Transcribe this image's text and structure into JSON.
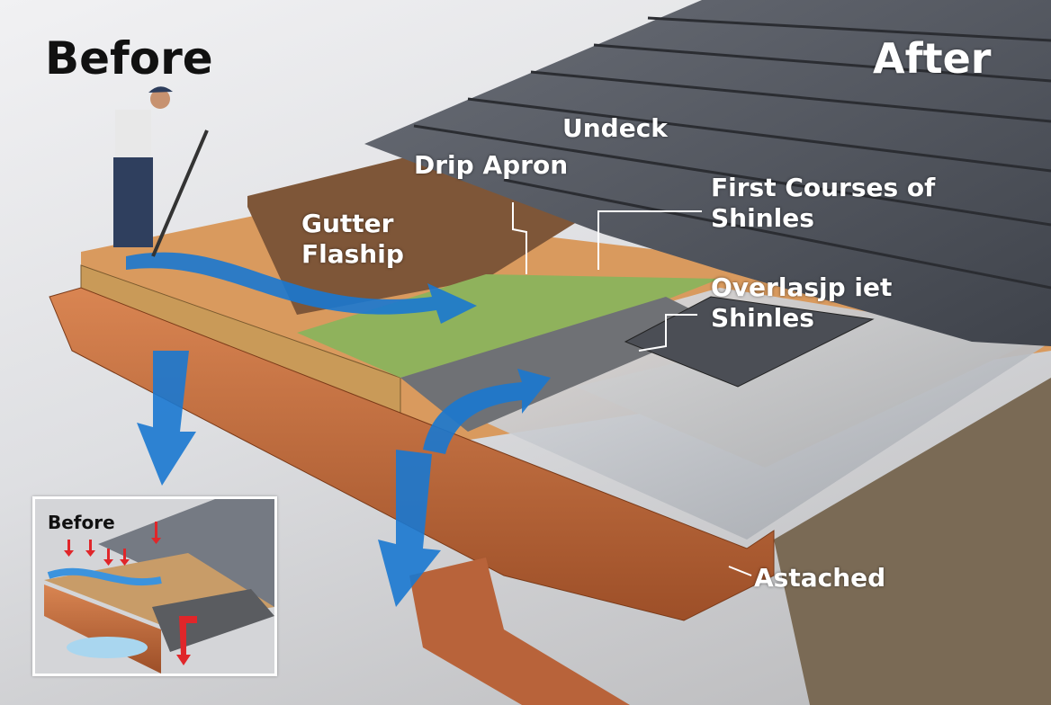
{
  "titles": {
    "before": "Before",
    "after": "After"
  },
  "labels": {
    "undeck": "Undeck",
    "drip_apron": "Drip Apron",
    "first_courses_line1": "First Courses of",
    "first_courses_line2": "Shinles",
    "gutter_flashing_line1": "Gutter",
    "gutter_flashing_line2": "Flaship",
    "overlap_line1": "Overlasjp iet",
    "overlap_line2": "Shinles",
    "attached": "Astached"
  },
  "inset": {
    "title": "Before"
  },
  "colors": {
    "water_arrow": "#1a78d0",
    "leak_arrow": "#e0262a",
    "gutter": "#c8703e",
    "underlayment": "#8fb25c",
    "shingle": "#5d6169"
  }
}
